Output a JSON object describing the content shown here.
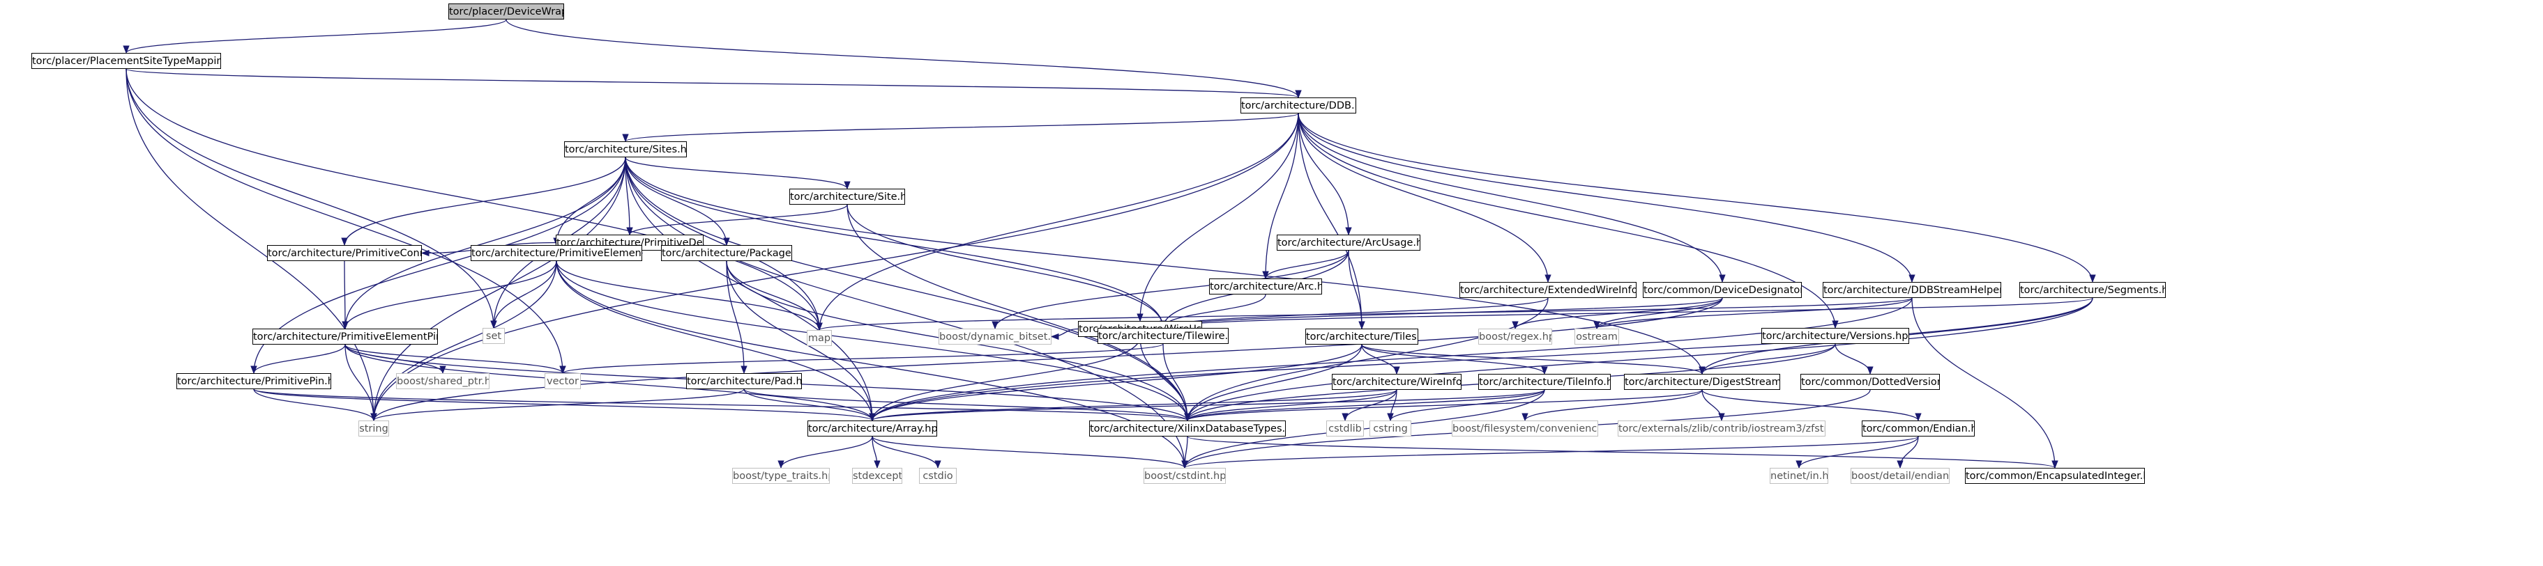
{
  "nodes": {
    "n0": {
      "label": "torc/placer/DeviceWrapper.hpp",
      "kind": "root"
    },
    "n1": {
      "label": "torc/placer/PlacementSiteTypeMapping.hpp",
      "kind": "local"
    },
    "n2": {
      "label": "torc/architecture/DDB.hpp",
      "kind": "local"
    },
    "n3": {
      "label": "torc/architecture/Sites.hpp",
      "kind": "local"
    },
    "n4": {
      "label": "torc/architecture/Site.hpp",
      "kind": "local"
    },
    "n5": {
      "label": "torc/architecture/PrimitiveDef.hpp",
      "kind": "local"
    },
    "n6": {
      "label": "torc/architecture/PrimitiveConn.hpp",
      "kind": "local"
    },
    "n7": {
      "label": "torc/architecture/PrimitiveElement.hpp",
      "kind": "local"
    },
    "n8": {
      "label": "torc/architecture/Package.hpp",
      "kind": "local"
    },
    "n9": {
      "label": "torc/architecture/PrimitiveElementPin.hpp",
      "kind": "local"
    },
    "n10": {
      "label": "torc/architecture/PrimitivePin.hpp",
      "kind": "local"
    },
    "n11": {
      "label": "torc/architecture/Pad.hpp",
      "kind": "local"
    },
    "n12": {
      "label": "torc/architecture/Array.hpp",
      "kind": "local"
    },
    "n13": {
      "label": "torc/architecture/XilinxDatabaseTypes.hpp",
      "kind": "local"
    },
    "n14": {
      "label": "torc/architecture/WireUsage.hpp",
      "kind": "local"
    },
    "n15": {
      "label": "torc/architecture/ArcUsage.hpp",
      "kind": "local"
    },
    "n16": {
      "label": "torc/architecture/Arc.hpp",
      "kind": "local"
    },
    "n17": {
      "label": "torc/architecture/Tilewire.hpp",
      "kind": "local"
    },
    "n18": {
      "label": "torc/architecture/Tiles.hpp",
      "kind": "local"
    },
    "n19": {
      "label": "torc/architecture/WireInfo.hpp",
      "kind": "local"
    },
    "n20": {
      "label": "torc/architecture/TileInfo.hpp",
      "kind": "local"
    },
    "n21": {
      "label": "torc/architecture/ExtendedWireInfo.hpp",
      "kind": "local"
    },
    "n22": {
      "label": "torc/common/DeviceDesignator.hpp",
      "kind": "local"
    },
    "n23": {
      "label": "torc/architecture/DDBStreamHelper.hpp",
      "kind": "local"
    },
    "n24": {
      "label": "torc/architecture/Segments.hpp",
      "kind": "local"
    },
    "n25": {
      "label": "torc/architecture/Versions.hpp",
      "kind": "local"
    },
    "n26": {
      "label": "torc/common/DottedVersion.hpp",
      "kind": "local"
    },
    "n27": {
      "label": "torc/architecture/DigestStream.hpp",
      "kind": "local"
    },
    "n28": {
      "label": "torc/common/Endian.hpp",
      "kind": "local"
    },
    "n29": {
      "label": "torc/common/EncapsulatedInteger.hpp",
      "kind": "local"
    },
    "n30": {
      "label": "string",
      "kind": "external"
    },
    "n31": {
      "label": "set",
      "kind": "external"
    },
    "n32": {
      "label": "map",
      "kind": "external"
    },
    "n33": {
      "label": "vector",
      "kind": "external"
    },
    "n34": {
      "label": "boost/shared_ptr.hpp",
      "kind": "external"
    },
    "n35": {
      "label": "boost/dynamic_bitset.hpp",
      "kind": "external"
    },
    "n36": {
      "label": "boost/regex.hpp",
      "kind": "external"
    },
    "n37": {
      "label": "ostream",
      "kind": "external"
    },
    "n38": {
      "label": "cstdlib",
      "kind": "external"
    },
    "n39": {
      "label": "cstring",
      "kind": "external"
    },
    "n40": {
      "label": "boost/filesystem/convenience.hpp",
      "kind": "external"
    },
    "n41": {
      "label": "torc/externals/zlib/contrib/iostream3/zfstream.h",
      "kind": "external"
    },
    "n42": {
      "label": "boost/type_traits.hpp",
      "kind": "external"
    },
    "n43": {
      "label": "stdexcept",
      "kind": "external"
    },
    "n44": {
      "label": "cstdio",
      "kind": "external"
    },
    "n45": {
      "label": "boost/cstdint.hpp",
      "kind": "external"
    },
    "n46": {
      "label": "netinet/in.h",
      "kind": "external"
    },
    "n47": {
      "label": "boost/detail/endian.hpp",
      "kind": "external"
    }
  },
  "edges": [
    [
      "n0",
      "n1"
    ],
    [
      "n0",
      "n2"
    ],
    [
      "n1",
      "n2"
    ],
    [
      "n1",
      "n30"
    ],
    [
      "n1",
      "n31"
    ],
    [
      "n1",
      "n32"
    ],
    [
      "n1",
      "n33"
    ],
    [
      "n2",
      "n3"
    ],
    [
      "n2",
      "n30"
    ],
    [
      "n2",
      "n32"
    ],
    [
      "n2",
      "n14"
    ],
    [
      "n2",
      "n15"
    ],
    [
      "n2",
      "n16"
    ],
    [
      "n2",
      "n18"
    ],
    [
      "n2",
      "n21"
    ],
    [
      "n2",
      "n22"
    ],
    [
      "n2",
      "n23"
    ],
    [
      "n2",
      "n24"
    ],
    [
      "n2",
      "n25"
    ],
    [
      "n3",
      "n4"
    ],
    [
      "n3",
      "n5"
    ],
    [
      "n3",
      "n6"
    ],
    [
      "n3",
      "n7"
    ],
    [
      "n3",
      "n8"
    ],
    [
      "n3",
      "n9"
    ],
    [
      "n3",
      "n10"
    ],
    [
      "n3",
      "n12"
    ],
    [
      "n3",
      "n13"
    ],
    [
      "n3",
      "n17"
    ],
    [
      "n3",
      "n27"
    ],
    [
      "n3",
      "n30"
    ],
    [
      "n3",
      "n31"
    ],
    [
      "n3",
      "n32"
    ],
    [
      "n3",
      "n45"
    ],
    [
      "n4",
      "n5"
    ],
    [
      "n4",
      "n13"
    ],
    [
      "n4",
      "n17"
    ],
    [
      "n5",
      "n6"
    ],
    [
      "n5",
      "n7"
    ],
    [
      "n6",
      "n9"
    ],
    [
      "n7",
      "n9"
    ],
    [
      "n7",
      "n12"
    ],
    [
      "n7",
      "n13"
    ],
    [
      "n7",
      "n30"
    ],
    [
      "n7",
      "n31"
    ],
    [
      "n7",
      "n32"
    ],
    [
      "n7",
      "n45"
    ],
    [
      "n8",
      "n11"
    ],
    [
      "n8",
      "n12"
    ],
    [
      "n8",
      "n13"
    ],
    [
      "n8",
      "n32"
    ],
    [
      "n9",
      "n10"
    ],
    [
      "n9",
      "n12"
    ],
    [
      "n9",
      "n13"
    ],
    [
      "n9",
      "n30"
    ],
    [
      "n9",
      "n33"
    ],
    [
      "n9",
      "n34"
    ],
    [
      "n10",
      "n12"
    ],
    [
      "n10",
      "n13"
    ],
    [
      "n10",
      "n30"
    ],
    [
      "n11",
      "n12"
    ],
    [
      "n11",
      "n13"
    ],
    [
      "n11",
      "n30"
    ],
    [
      "n12",
      "n42"
    ],
    [
      "n12",
      "n43"
    ],
    [
      "n12",
      "n44"
    ],
    [
      "n12",
      "n45"
    ],
    [
      "n13",
      "n29"
    ],
    [
      "n13",
      "n45"
    ],
    [
      "n14",
      "n12"
    ],
    [
      "n14",
      "n17"
    ],
    [
      "n14",
      "n35"
    ],
    [
      "n14",
      "n13"
    ],
    [
      "n15",
      "n16"
    ],
    [
      "n15",
      "n17"
    ],
    [
      "n15",
      "n18"
    ],
    [
      "n15",
      "n35"
    ],
    [
      "n16",
      "n17"
    ],
    [
      "n17",
      "n13"
    ],
    [
      "n17",
      "n33"
    ],
    [
      "n18",
      "n12"
    ],
    [
      "n18",
      "n13"
    ],
    [
      "n18",
      "n19"
    ],
    [
      "n18",
      "n20"
    ],
    [
      "n18",
      "n27"
    ],
    [
      "n19",
      "n12"
    ],
    [
      "n19",
      "n13"
    ],
    [
      "n19",
      "n38"
    ],
    [
      "n19",
      "n39"
    ],
    [
      "n20",
      "n12"
    ],
    [
      "n20",
      "n13"
    ],
    [
      "n20",
      "n39"
    ],
    [
      "n20",
      "n45"
    ],
    [
      "n21",
      "n13"
    ],
    [
      "n21",
      "n17"
    ],
    [
      "n22",
      "n36"
    ],
    [
      "n22",
      "n37"
    ],
    [
      "n22",
      "n17"
    ],
    [
      "n22",
      "n30"
    ],
    [
      "n23",
      "n29"
    ],
    [
      "n23",
      "n37"
    ],
    [
      "n23",
      "n32"
    ],
    [
      "n23",
      "n12"
    ],
    [
      "n24",
      "n12"
    ],
    [
      "n24",
      "n13"
    ],
    [
      "n24",
      "n17"
    ],
    [
      "n24",
      "n27"
    ],
    [
      "n25",
      "n26"
    ],
    [
      "n25",
      "n27"
    ],
    [
      "n25",
      "n13"
    ],
    [
      "n26",
      "n45"
    ],
    [
      "n27",
      "n28"
    ],
    [
      "n27",
      "n40"
    ],
    [
      "n27",
      "n41"
    ],
    [
      "n27",
      "n13"
    ],
    [
      "n28",
      "n45"
    ],
    [
      "n28",
      "n46"
    ],
    [
      "n28",
      "n47"
    ]
  ]
}
